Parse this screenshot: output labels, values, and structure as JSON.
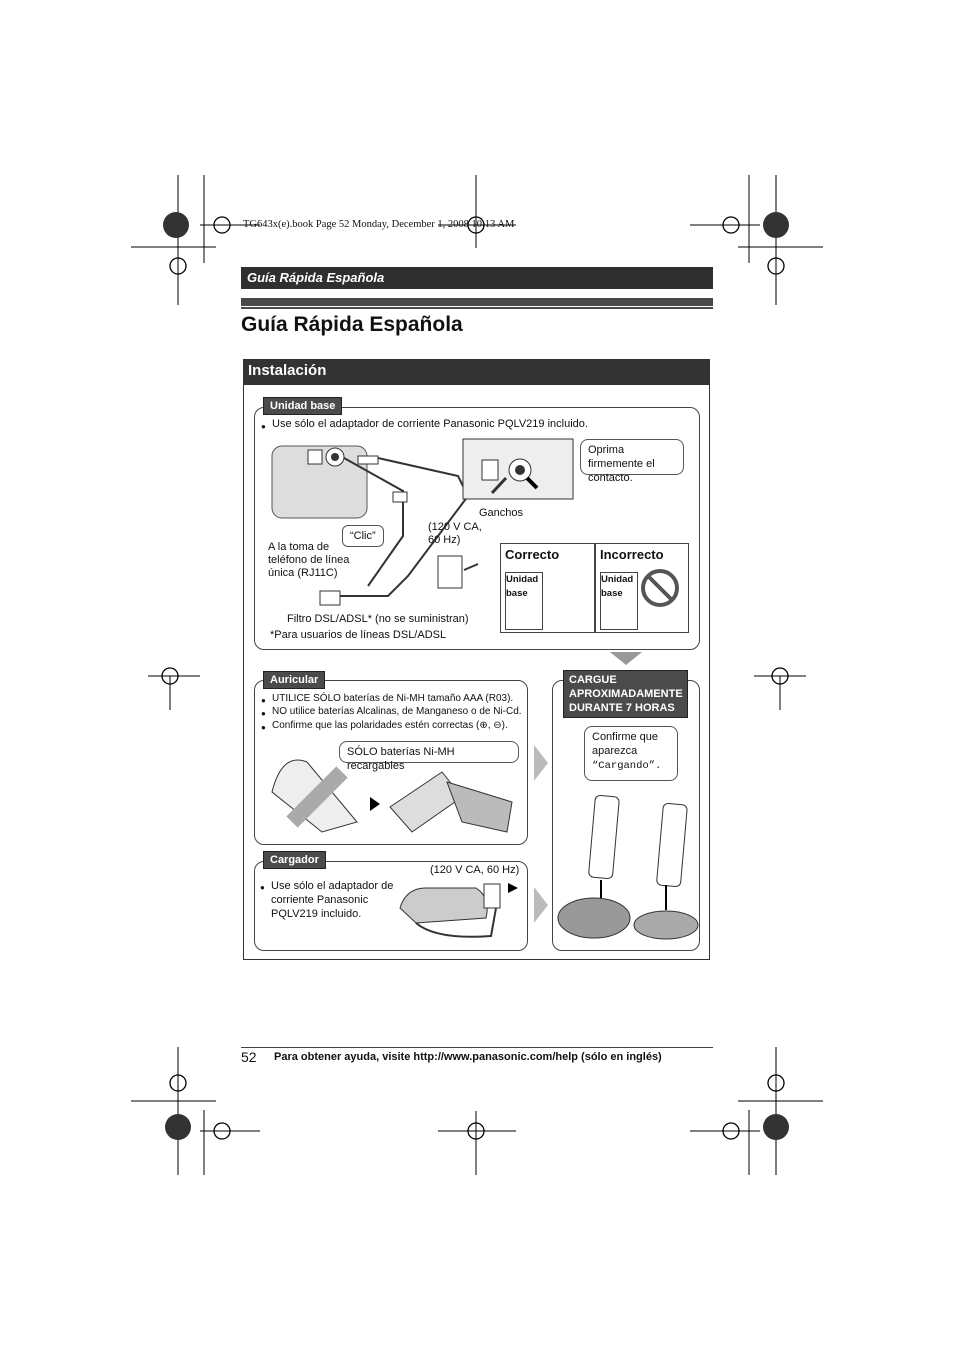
{
  "book_line": "TG643x(e).book  Page 52  Monday, December 1, 2008  10:13 AM",
  "header_bar": "Guía Rápida Española",
  "page_title": "Guía Rápida Española",
  "section_title": "Instalación",
  "base_unit": {
    "tag": "Unidad base",
    "bullet": "Use sólo el adaptador de corriente Panasonic PQLV219 incluido.",
    "callout_press": "Oprima firmemente el contacto.",
    "hooks": "Ganchos",
    "click": "“Clic”",
    "power_spec": "(120 V CA, 60 Hz)",
    "phone_jack": "A la toma de teléfono de línea única (RJ11C)",
    "filter": "Filtro DSL/ADSL* (no se suministran)",
    "filter_note": "*Para usuarios de líneas DSL/ADSL",
    "correct": "Correcto",
    "incorrect": "Incorrecto",
    "unit_label": "Unidad base"
  },
  "handset": {
    "tag": "Auricular",
    "bullets": [
      "UTILICE SÓLO baterías de Ni-MH tamaño AAA (R03).",
      "NO utilice baterías Alcalinas, de Manganeso o de Ni-Cd.",
      "Confirme que las polaridades estén correctas (⊕, ⊖)."
    ],
    "callout": "SÓLO baterías Ni-MH recargables"
  },
  "charge": {
    "tag": "CARGUE APROXIMADAMENTE DURANTE 7 HORAS",
    "callout_prefix": "Confirme que aparezca",
    "callout_code": "“Cargando”."
  },
  "charger": {
    "tag": "Cargador",
    "power_spec": "(120 V CA, 60 Hz)",
    "bullet": "Use sólo el adaptador de corriente Panasonic PQLV219 incluido."
  },
  "footer": {
    "page_number": "52",
    "text": "Para obtener ayuda, visite http://www.panasonic.com/help (sólo en inglés)"
  }
}
